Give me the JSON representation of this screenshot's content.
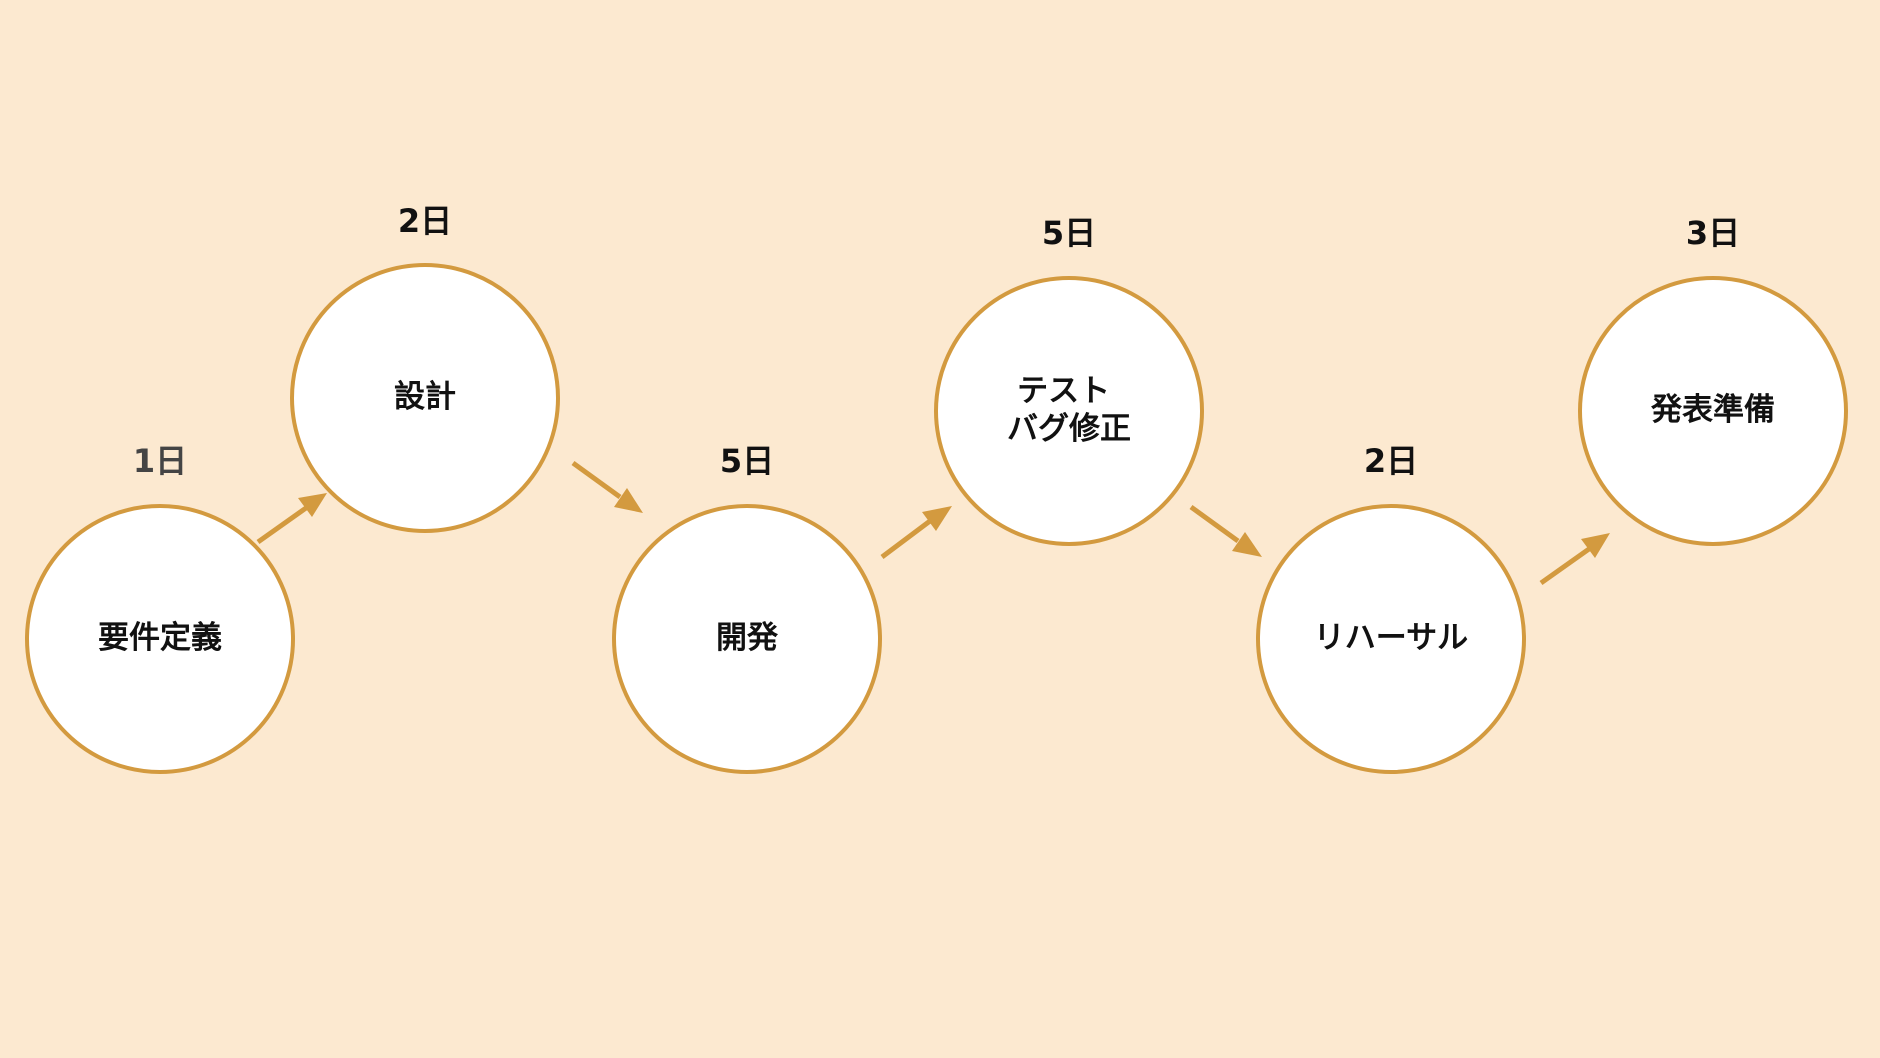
{
  "steps": [
    {
      "id": "requirements",
      "label_lines": [
        "要件定義"
      ],
      "duration": "1日"
    },
    {
      "id": "design",
      "label_lines": [
        "設計"
      ],
      "duration": "2日"
    },
    {
      "id": "development",
      "label_lines": [
        "開発"
      ],
      "duration": "5日"
    },
    {
      "id": "testing",
      "label_lines": [
        "テスト",
        "バグ修正"
      ],
      "duration": "5日"
    },
    {
      "id": "rehearsal",
      "label_lines": [
        "リハーサル"
      ],
      "duration": "2日"
    },
    {
      "id": "presentation-prep",
      "label_lines": [
        "発表準備"
      ],
      "duration": "3日"
    }
  ],
  "colors": {
    "background": "#fce9d0",
    "circle_fill": "#ffffff",
    "accent": "#d39a3f",
    "text": "#111111"
  }
}
